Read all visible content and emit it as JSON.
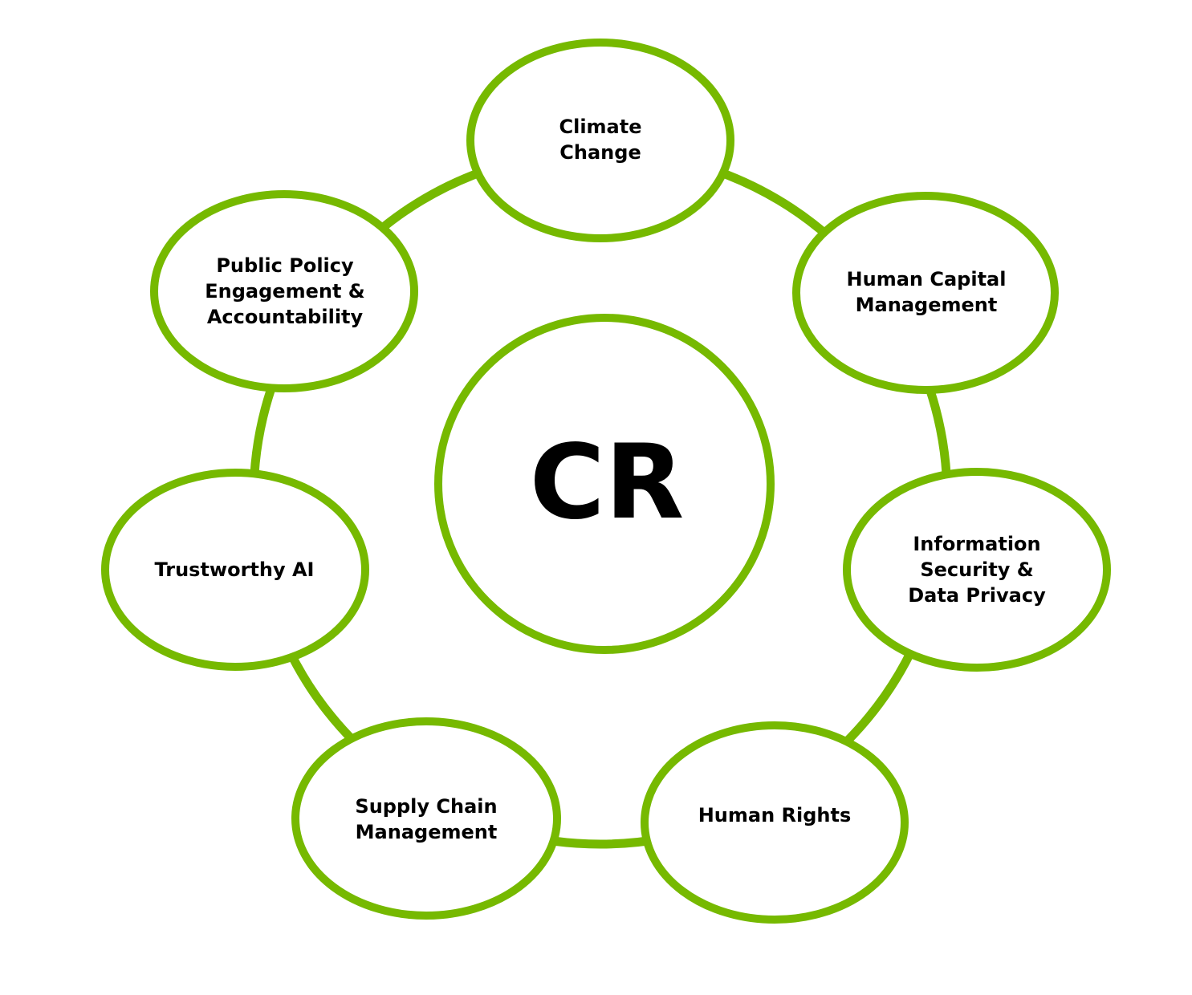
{
  "diagram": {
    "accent_color": "#76b900",
    "center": {
      "label": "CR"
    },
    "nodes": [
      {
        "id": "climate-change",
        "lines": [
          "Climate",
          "Change"
        ]
      },
      {
        "id": "human-capital-management",
        "lines": [
          "Human Capital",
          "Management"
        ]
      },
      {
        "id": "information-security-data-privacy",
        "lines": [
          "Information",
          "Security &",
          "Data Privacy"
        ]
      },
      {
        "id": "human-rights",
        "lines": [
          "Human Rights"
        ]
      },
      {
        "id": "supply-chain-management",
        "lines": [
          "Supply Chain",
          "Management"
        ]
      },
      {
        "id": "trustworthy-ai",
        "lines": [
          "Trustworthy AI"
        ]
      },
      {
        "id": "public-policy-engagement-accountability",
        "lines": [
          "Public Policy",
          "Engagement &",
          "Accountability"
        ]
      }
    ]
  }
}
